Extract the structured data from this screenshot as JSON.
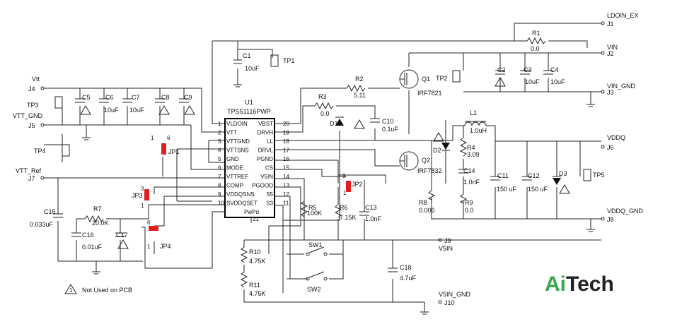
{
  "ic": {
    "ref": "U1",
    "part": "TPS51116PWP",
    "pin21": "21",
    "pwpd": "PwPd",
    "left_pins": [
      {
        "n": "1",
        "name": "VLDOIN"
      },
      {
        "n": "2",
        "name": "VTT"
      },
      {
        "n": "3",
        "name": "VTTGND"
      },
      {
        "n": "4",
        "name": "VTTSNS"
      },
      {
        "n": "5",
        "name": "GND"
      },
      {
        "n": "6",
        "name": "MODE"
      },
      {
        "n": "7",
        "name": "VTTREF"
      },
      {
        "n": "8",
        "name": "COMP"
      },
      {
        "n": "9",
        "name": "VDDQSNS"
      },
      {
        "n": "10",
        "name": "SVDDQSET"
      }
    ],
    "right_pins": [
      {
        "n": "20",
        "name": "VBST"
      },
      {
        "n": "19",
        "name": "DRVH"
      },
      {
        "n": "18",
        "name": "LL"
      },
      {
        "n": "17",
        "name": "DRVL"
      },
      {
        "n": "16",
        "name": "PGND"
      },
      {
        "n": "15",
        "name": "CS"
      },
      {
        "n": "14",
        "name": "V5IN"
      },
      {
        "n": "13",
        "name": "PGOOD"
      },
      {
        "n": "12",
        "name": "S5"
      },
      {
        "n": "11",
        "name": "S3"
      }
    ]
  },
  "connectors": [
    {
      "id": "j1",
      "ref": "J1",
      "net": "LDOIN_EX"
    },
    {
      "id": "j2",
      "ref": "J2",
      "net": "VIN"
    },
    {
      "id": "j3",
      "ref": "J3",
      "net": "VIN_GND"
    },
    {
      "id": "j4",
      "ref": "J4",
      "net": "Vtt"
    },
    {
      "id": "j5",
      "ref": "J5",
      "net": "VTT_GND"
    },
    {
      "id": "j6",
      "ref": "J6",
      "net": "VDDQ"
    },
    {
      "id": "j7",
      "ref": "J7",
      "net": "VTT_Ref"
    },
    {
      "id": "j8",
      "ref": "J8",
      "net": "VDDQ_GND"
    },
    {
      "id": "j9",
      "ref": "J9",
      "net": "V5IN"
    },
    {
      "id": "j10",
      "ref": "J10",
      "net": "V5IN_GND"
    }
  ],
  "capacitors": [
    {
      "id": "c1",
      "ref": "C1",
      "val": "10uF"
    },
    {
      "id": "c2",
      "ref": "C2",
      "val": ""
    },
    {
      "id": "c3",
      "ref": "C3",
      "val": "10uF"
    },
    {
      "id": "c4",
      "ref": "C4",
      "val": "10uF"
    },
    {
      "id": "c5",
      "ref": "C5",
      "val": ""
    },
    {
      "id": "c6",
      "ref": "C6",
      "val": "10uF"
    },
    {
      "id": "c7",
      "ref": "C7",
      "val": "10uF"
    },
    {
      "id": "c8",
      "ref": "C8",
      "val": ""
    },
    {
      "id": "c9",
      "ref": "C9",
      "val": ""
    },
    {
      "id": "c10",
      "ref": "C10",
      "val": "0.1uF"
    },
    {
      "id": "c11",
      "ref": "C11",
      "val": "150 uF"
    },
    {
      "id": "c12",
      "ref": "C12",
      "val": "150 uF"
    },
    {
      "id": "c13",
      "ref": "C13",
      "val": "1.0nF"
    },
    {
      "id": "c14",
      "ref": "C14",
      "val": "1.0nF"
    },
    {
      "id": "c15",
      "ref": "C15",
      "val": "0.033uF"
    },
    {
      "id": "c16",
      "ref": "C16",
      "val": "0.01uF"
    },
    {
      "id": "c17",
      "ref": "C17",
      "val": ""
    },
    {
      "id": "c18",
      "ref": "C18",
      "val": "4.7uF"
    }
  ],
  "resistors": [
    {
      "id": "r1",
      "ref": "R1",
      "val": "0.0"
    },
    {
      "id": "r2",
      "ref": "R2",
      "val": "5.11"
    },
    {
      "id": "r3",
      "ref": "R3",
      "val": "0.0"
    },
    {
      "id": "r4",
      "ref": "R4",
      "val": "3.09"
    },
    {
      "id": "r5",
      "ref": "R5",
      "val": "100K"
    },
    {
      "id": "r6",
      "ref": "R6",
      "val": "7.15K"
    },
    {
      "id": "r7",
      "ref": "R7",
      "val": "20.0K"
    },
    {
      "id": "r8",
      "ref": "R8",
      "val": "0.006"
    },
    {
      "id": "r9",
      "ref": "R9",
      "val": "0.0"
    },
    {
      "id": "r10",
      "ref": "R10",
      "val": "4.75K"
    },
    {
      "id": "r11",
      "ref": "R11",
      "val": "4.75K"
    }
  ],
  "inductor": {
    "ref": "L1",
    "val": "1.0uH"
  },
  "mosfets": [
    {
      "ref": "Q1",
      "part": "IRF7821"
    },
    {
      "ref": "Q2",
      "part": "IRF7832"
    }
  ],
  "diodes": [
    {
      "ref": "D1"
    },
    {
      "ref": "D2"
    },
    {
      "ref": "D3"
    }
  ],
  "testpoints": [
    "TP1",
    "TP2",
    "TP3",
    "TP4",
    "TP5"
  ],
  "jumpers": {
    "jp1": {
      "ref": "JP1",
      "p1": "1",
      "p6": "6"
    },
    "jp2": {
      "ref": "JP2",
      "p3": "3",
      "p1": "1"
    },
    "jp3": {
      "ref": "JP3",
      "p3": "3",
      "p1": "1"
    },
    "jp4": {
      "ref": "JP4",
      "p6": "6",
      "p1": "1"
    }
  },
  "switches": [
    "SW1",
    "SW2"
  ],
  "note": {
    "mark": "1",
    "text": "Not Used on PCB"
  },
  "logo": {
    "text": "AiTech",
    "colors": {
      "ai": "#3aa84a",
      "tech": "#222222"
    }
  }
}
